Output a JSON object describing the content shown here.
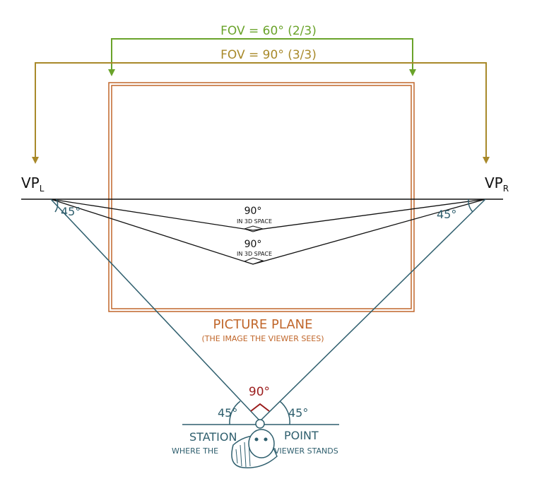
{
  "fov": {
    "narrow_label": "FOV = 60° (2/3)",
    "wide_label": "FOV = 90° (3/3)"
  },
  "vanishing_points": {
    "left_main": "VP",
    "left_sub": "L",
    "right_main": "VP",
    "right_sub": "R"
  },
  "angles": {
    "vp_left": "45°",
    "vp_right": "45°",
    "center_upper": "90°",
    "center_upper_note": "IN 3D SPACE",
    "center_lower": "90°",
    "center_lower_note": "IN 3D SPACE",
    "station_top": "90°",
    "station_left": "45°",
    "station_right": "45°"
  },
  "picture_plane": {
    "title": "PICTURE PLANE",
    "subtitle": "(THE IMAGE THE VIEWER SEES)"
  },
  "station_point": {
    "label_left": "STATION",
    "label_right": "POINT",
    "note_left": "WHERE THE",
    "note_right": "VIEWER STANDS"
  },
  "colors": {
    "green": "#6aa32a",
    "gold": "#a8892a",
    "orange": "#c0662a",
    "teal": "#2f5f6e",
    "red": "#9b1c1c",
    "black": "#111111"
  }
}
